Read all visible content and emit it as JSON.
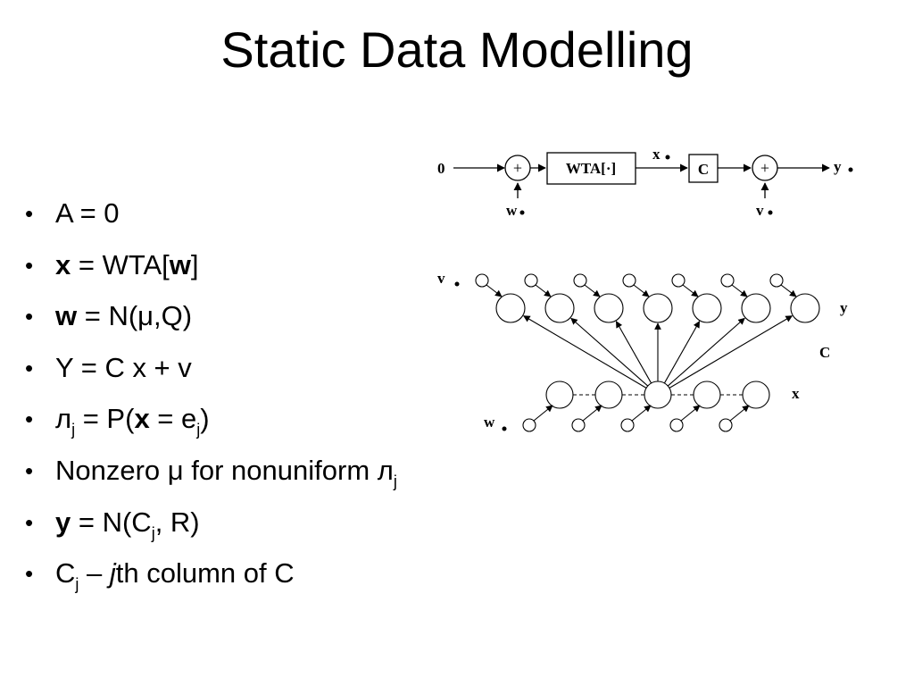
{
  "slide": {
    "title": "Static Data Modelling"
  },
  "bullets": {
    "b1": {
      "text": "A = 0"
    },
    "b2": {
      "bold1": "x",
      "mid": " = WTA[",
      "bold2": "w",
      "end": "]"
    },
    "b3": {
      "bold": "w",
      "rest": " = N(μ,Q)"
    },
    "b4": {
      "text": "Y = C x + v"
    },
    "b5": {
      "pre": "л",
      "sub1": "j",
      "mid1": " = P(",
      "bold": "x",
      "mid2": " = e",
      "sub2": "j",
      "end": ")"
    },
    "b6": {
      "text": "Nonzero μ for nonuniform л",
      "sub": "j"
    },
    "b7": {
      "bold": "y",
      "mid": " = N(C",
      "sub": "j",
      "end": ", R)"
    },
    "b8": {
      "pre": "C",
      "sub": "j",
      "mid": " – ",
      "ital": "j",
      "end": "th column of C"
    }
  },
  "block_diagram": {
    "input_label": "0",
    "sum1_symbol": "+",
    "wta_label": "WTA[·]",
    "x_label": "x",
    "c_label": "C",
    "sum2_symbol": "+",
    "y_label": "y",
    "w_label": "w",
    "v_label": "v"
  },
  "network_diagram": {
    "v_label": "v",
    "y_label": "y",
    "c_label": "C",
    "x_label": "x",
    "w_label": "w"
  }
}
